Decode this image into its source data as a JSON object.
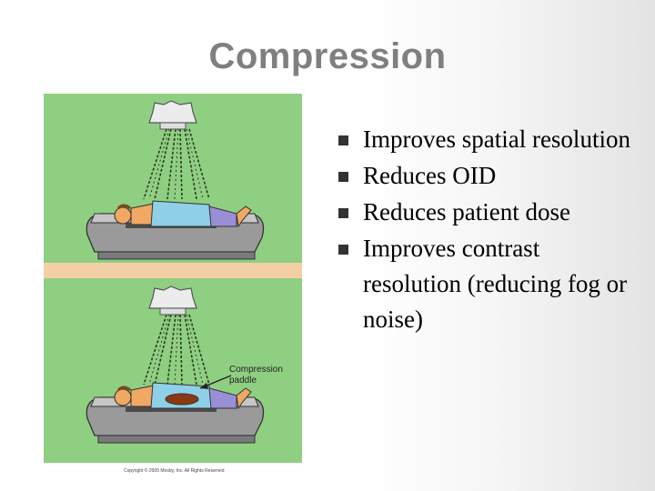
{
  "slide": {
    "title": "Compression",
    "bullets": [
      "Improves spatial resolution",
      "Reduces OID",
      "Reduces patient dose",
      "Improves contrast resolution (reducing fog or noise)"
    ]
  },
  "figure": {
    "annotation": "Compression\npaddle",
    "copyright": "Copyright © 2005 Mosby, Inc. All Rights Reserved",
    "colors": {
      "panel_bg": "#8fcf82",
      "floor": "#f3cfa6",
      "table": "#8c8c8c",
      "skin": "#f0a862",
      "gown": "#9a8ed6",
      "paddle": "#8a3a12"
    }
  }
}
